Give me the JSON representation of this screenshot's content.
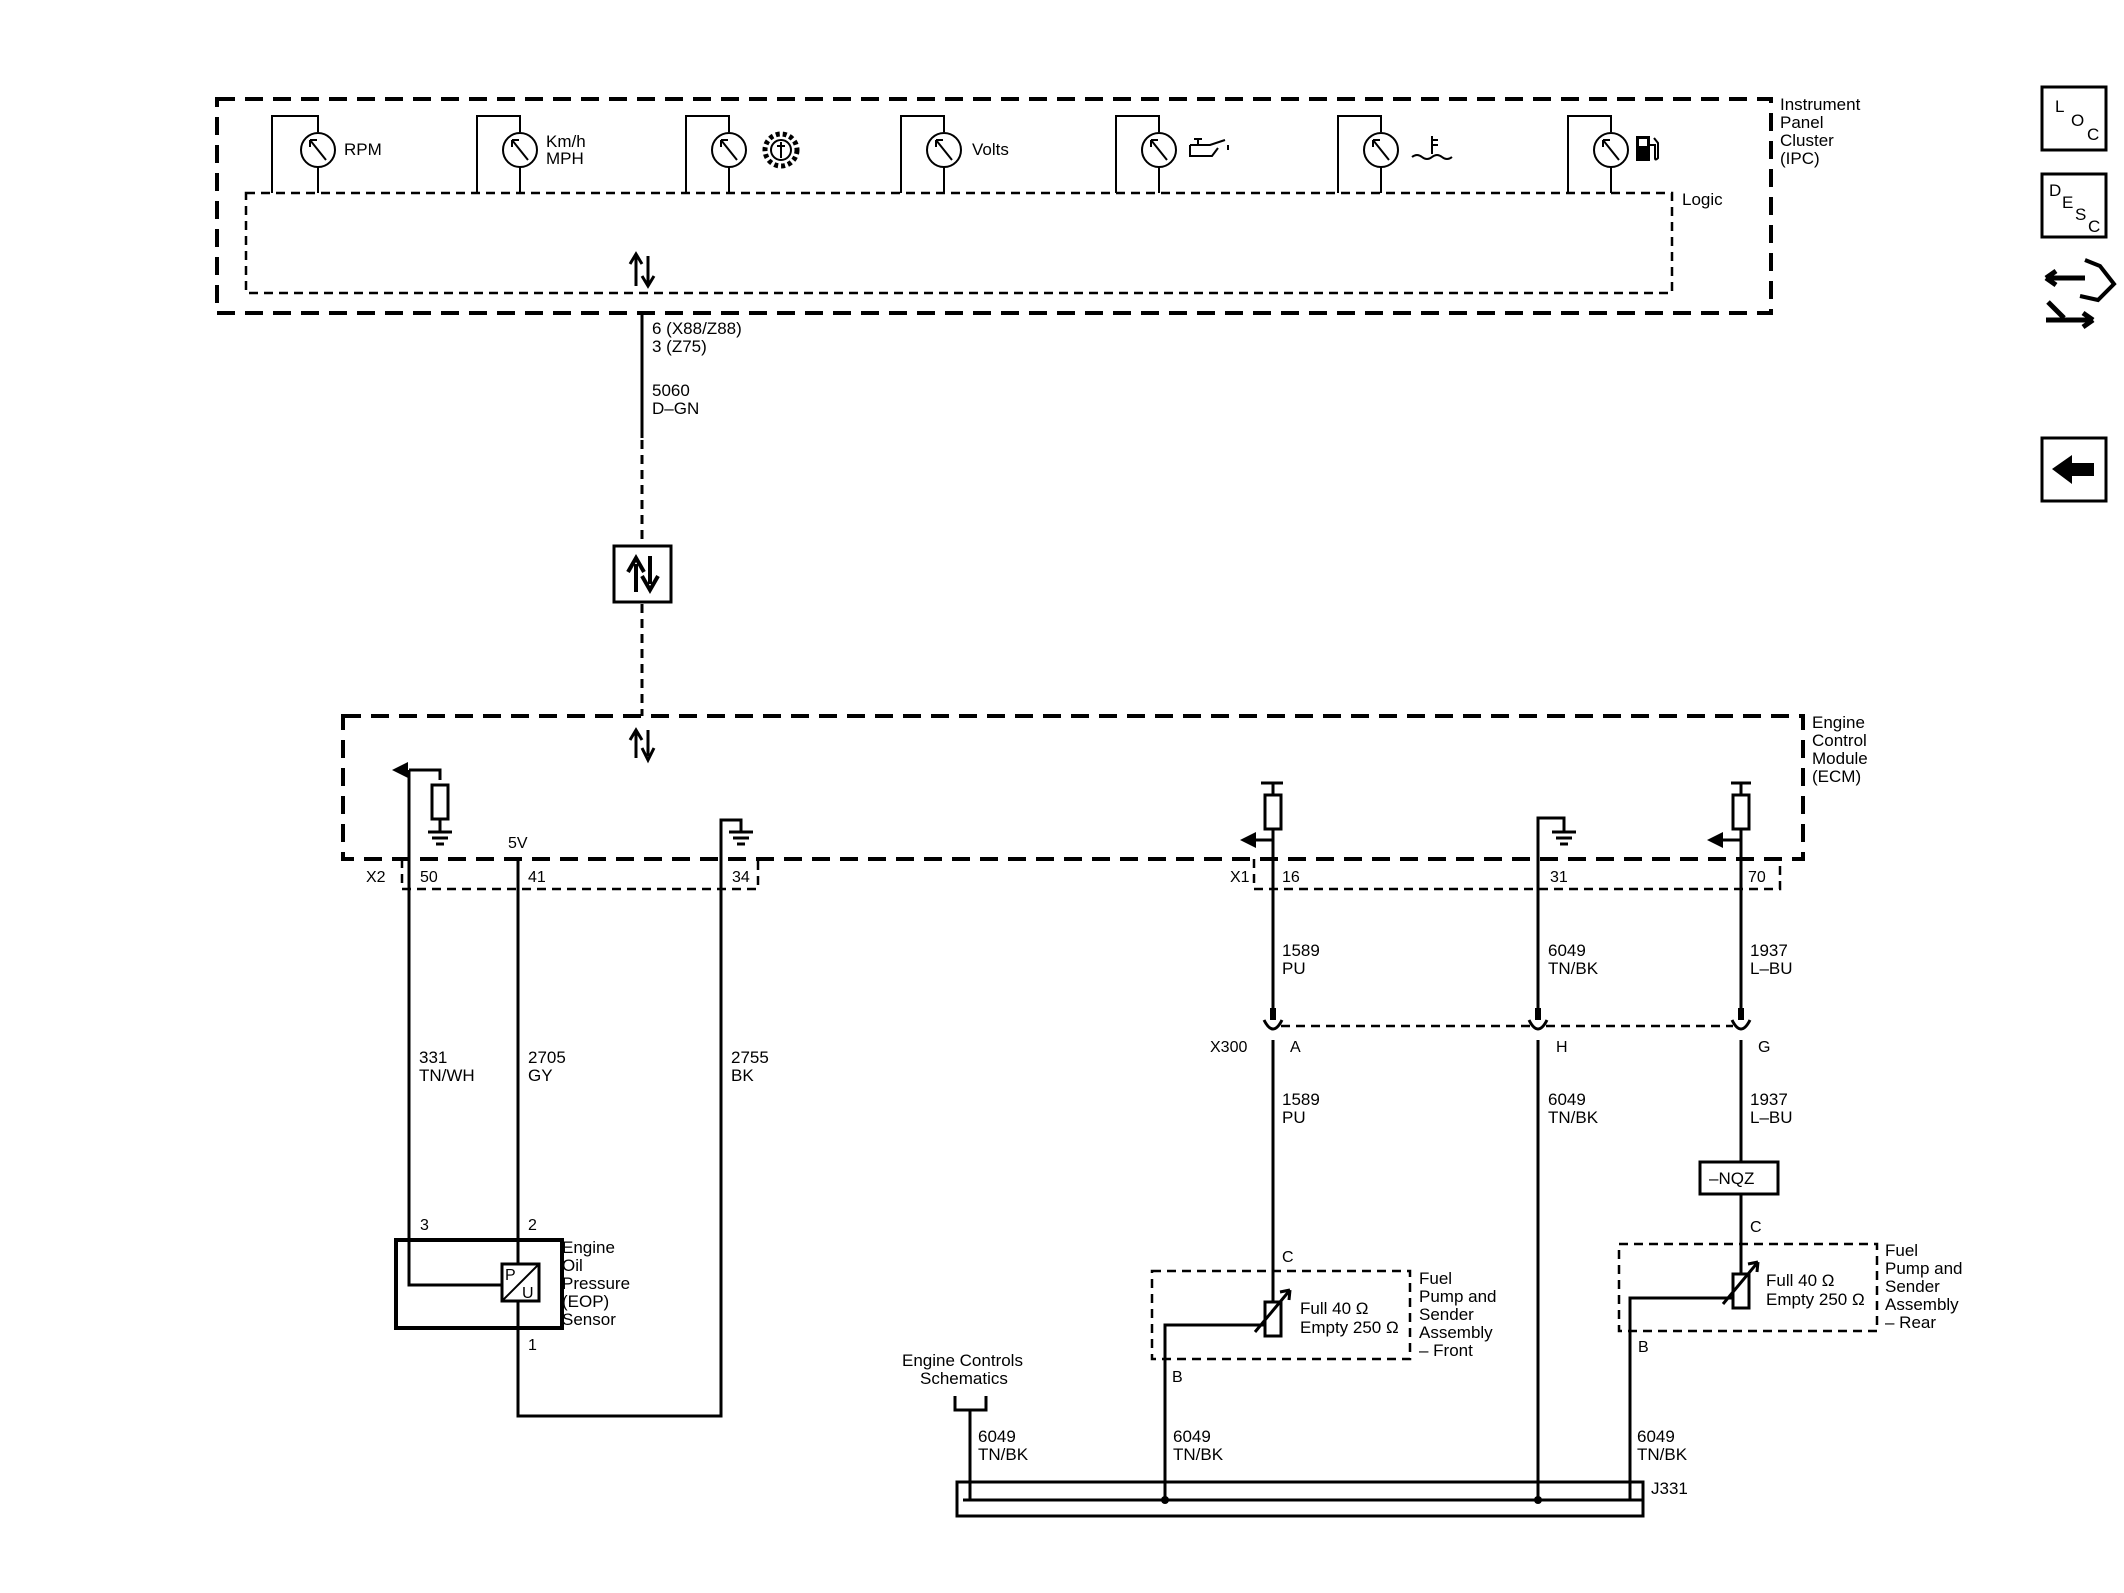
{
  "ipc": {
    "title_lines": [
      "Instrument",
      "Panel",
      "Cluster",
      "(IPC)"
    ],
    "logic": "Logic",
    "gauges": [
      "RPM",
      "Km/h",
      "MPH",
      "Volts"
    ],
    "pin_lines": [
      "6 (X88/Z88)",
      "3 (Z75)"
    ],
    "circuit": "5060",
    "color": "D–GN"
  },
  "ecm": {
    "title_lines": [
      "Engine",
      "Control",
      "Module",
      "(ECM)"
    ],
    "connector_x2": "X2",
    "connector_x1": "X1",
    "pins": {
      "p50": "50",
      "p41": "41",
      "p34": "34",
      "p16": "16",
      "p31": "31",
      "p70": "70"
    },
    "five_volt": "5V"
  },
  "wires": {
    "w331": {
      "circuit": "331",
      "color": "TN/WH"
    },
    "w2705": {
      "circuit": "2705",
      "color": "GY"
    },
    "w2755": {
      "circuit": "2755",
      "color": "BK"
    },
    "w1589": {
      "circuit": "1589",
      "color": "PU"
    },
    "w6049": {
      "circuit": "6049",
      "color": "TN/BK"
    },
    "w1937": {
      "circuit": "1937",
      "color": "L–BU"
    }
  },
  "x300": {
    "name": "X300",
    "pin_a": "A",
    "pin_h": "H",
    "pin_g": "G"
  },
  "eop": {
    "label_lines": [
      "Engine",
      "Oil",
      "Pressure",
      "(EOP)",
      "Sensor"
    ],
    "pin3": "3",
    "pin2": "2",
    "pin1": "1",
    "p": "P",
    "u": "U"
  },
  "fuel_front": {
    "label_lines": [
      "Fuel",
      "Pump and",
      "Sender",
      "Assembly",
      "– Front"
    ],
    "full": "Full 40 Ω",
    "empty": "Empty 250 Ω",
    "pin_c": "C",
    "pin_b": "B"
  },
  "fuel_rear": {
    "label_lines": [
      "Fuel",
      "Pump and",
      "Sender",
      "Assembly",
      "– Rear"
    ],
    "full": "Full 40 Ω",
    "empty": "Empty 250 Ω",
    "pin_c": "C",
    "pin_b": "B"
  },
  "nqz": "–NQZ",
  "splice": "J331",
  "engine_controls_lines": [
    "Engine Controls",
    "Schematics"
  ],
  "nav": {
    "loc": [
      "L",
      "O",
      "C"
    ],
    "desc": [
      "D",
      "E",
      "S",
      "C"
    ]
  }
}
